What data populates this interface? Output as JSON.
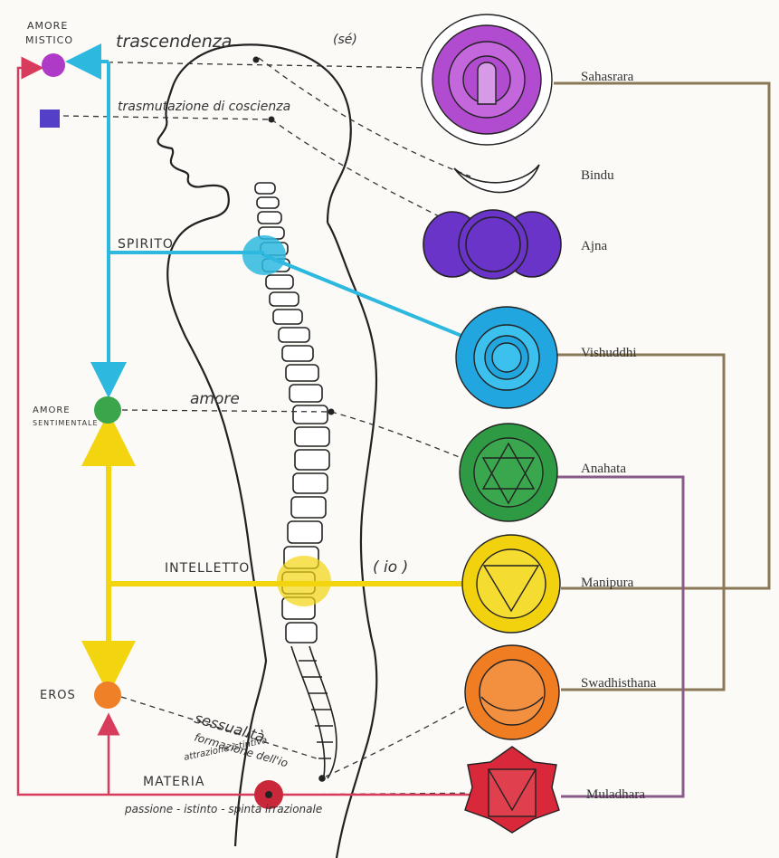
{
  "labels": {
    "amore_mistico_1": "AMORE",
    "amore_mistico_2": "MISTICO",
    "trascendenza": "trascendenza",
    "se": "(sé)",
    "trasmutazione": "trasmutazione di coscienza",
    "spirito": "SPIRITO",
    "amore": "amore",
    "amore_sentimentale_1": "AMORE",
    "amore_sentimentale_2": "SENTIMENTALE",
    "intelletto": "INTELLETTO",
    "io": "( io )",
    "eros": "EROS",
    "sessualita": "sessualità",
    "formazione": "formazione dell'io",
    "attrazione": "attrazione istintiva",
    "materia": "MATERIA",
    "passione": "passione - istinto - spinta irrazionale"
  },
  "chakras": [
    {
      "name": "Sahasrara",
      "color": "#b14bd0"
    },
    {
      "name": "Bindu",
      "color": "#222222"
    },
    {
      "name": "Ajna",
      "color": "#6a34c9"
    },
    {
      "name": "Vishuddhi",
      "color": "#22a6e0"
    },
    {
      "name": "Anahata",
      "color": "#2e9a43"
    },
    {
      "name": "Manipura",
      "color": "#f2d20f"
    },
    {
      "name": "Swadhisthana",
      "color": "#f07d21"
    },
    {
      "name": "Muladhara",
      "color": "#d8283a"
    }
  ],
  "colors": {
    "cyan": "#2db8df",
    "yellow": "#f2d40f",
    "red": "#d83c5c",
    "brown": "#8a7858",
    "mauve": "#8a5a8a",
    "mistico": "#b03ac8",
    "violet_square": "#5440c8",
    "sentimentale": "#3aa54a",
    "eros": "#f08028",
    "materia": "#c8283a"
  }
}
